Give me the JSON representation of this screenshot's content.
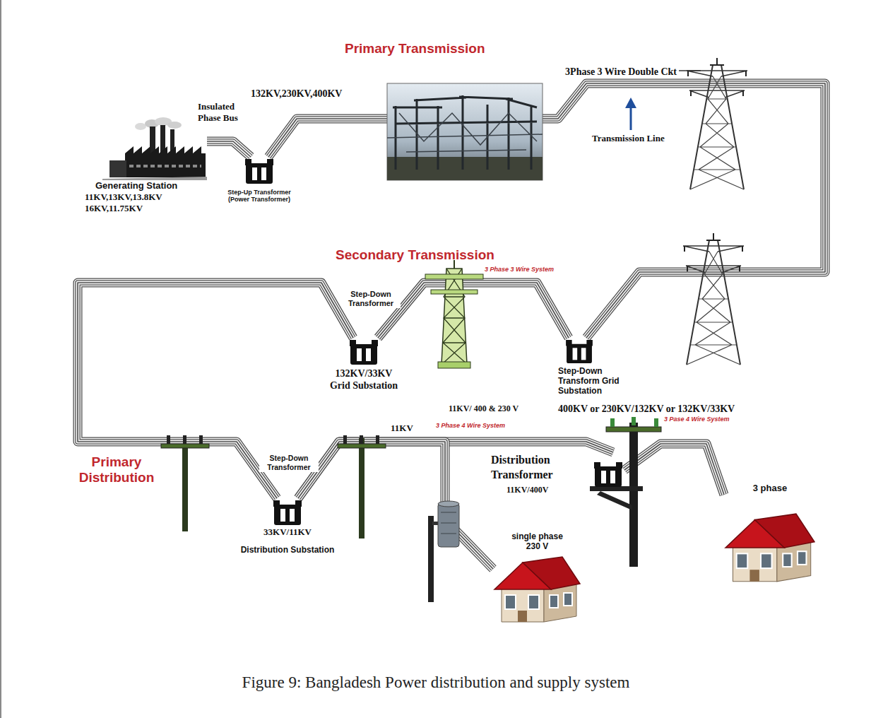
{
  "diagram": {
    "caption": "Figure 9: Bangladesh Power distribution and supply system",
    "nodes": [
      {
        "text": [
          "Generating Station",
          "11KV,13KV,13.8KV 16KV,11.75KV"
        ]
      },
      {
        "text": [
          "Step-Up Transformer (Power Transformer)"
        ]
      },
      {
        "text": [
          "Step-Down Transform Grid Substation",
          "400KV or 230KV/132KV or 132KV/33KV"
        ]
      },
      {
        "text": [
          "132KV/33KV Grid Substation"
        ]
      },
      {
        "text": [
          "33KV/11KV",
          "Distribution Substation"
        ]
      },
      {
        "text": [
          "Distribution Transformer",
          "11KV/400V"
        ]
      },
      {
        "text": [
          "single phase 230 V"
        ]
      },
      {
        "text": [
          "3 phase"
        ]
      }
    ],
    "edges": [
      {
        "from": 0,
        "to": 1,
        "arrow": "none"
      },
      {
        "from": 1,
        "to": 2,
        "arrow": "none"
      },
      {
        "from": 2,
        "to": 3,
        "arrow": "none"
      },
      {
        "from": 3,
        "to": 4,
        "arrow": "none"
      },
      {
        "from": 4,
        "to": 5,
        "arrow": "none"
      },
      {
        "from": 4,
        "to": 6,
        "arrow": "none"
      },
      {
        "from": 5,
        "to": 7,
        "arrow": "none"
      }
    ],
    "labels": [
      "Primary Transmission",
      "132KV,230KV,400KV",
      "Insulated Phase Bus",
      "3Phase 3 Wire Double Ckt",
      "Transmission Line",
      "Secondary Transmission",
      "3 Phase 3 Wire System",
      "Step-Down Transformer",
      "Primary Distribution",
      "Step-Down Transformer",
      "11KV",
      "11KV/ 400 & 230 V",
      "3 Phase 4 Wire System",
      "3 Pase 4 Wire System"
    ]
  }
}
